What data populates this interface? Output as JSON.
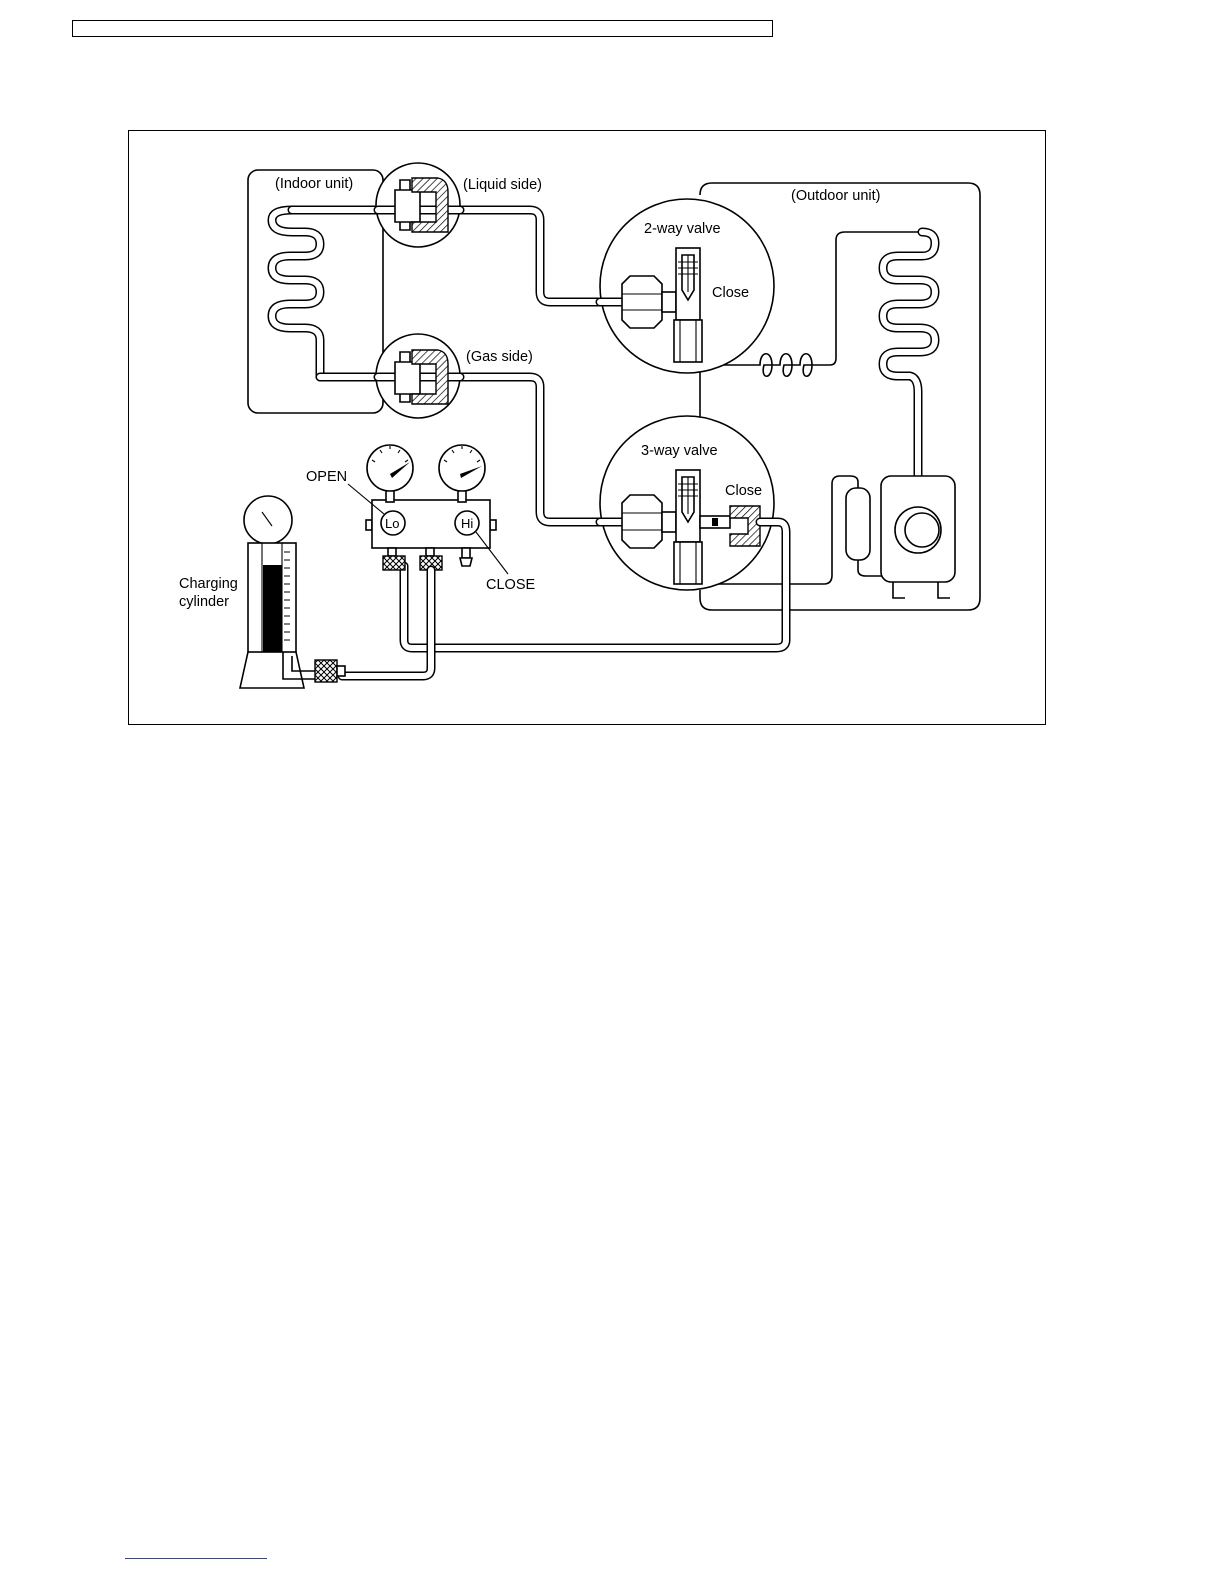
{
  "header": {
    "text": ""
  },
  "diagram": {
    "labels": {
      "indoor_unit": "(Indoor unit)",
      "liquid_side": "(Liquid side)",
      "gas_side": "(Gas side)",
      "outdoor_unit": "(Outdoor unit)",
      "two_way_valve": "2-way valve",
      "two_way_state": "Close",
      "three_way_valve": "3-way valve",
      "three_way_state": "Close",
      "manifold_open": "OPEN",
      "manifold_close": "CLOSE",
      "gauge_lo": "Lo",
      "gauge_hi": "Hi",
      "charging_line1": "Charging",
      "charging_line2": "cylinder"
    }
  },
  "colors": {
    "line": "#000000",
    "footer_rule": "#2e4a9e",
    "background": "#ffffff"
  }
}
